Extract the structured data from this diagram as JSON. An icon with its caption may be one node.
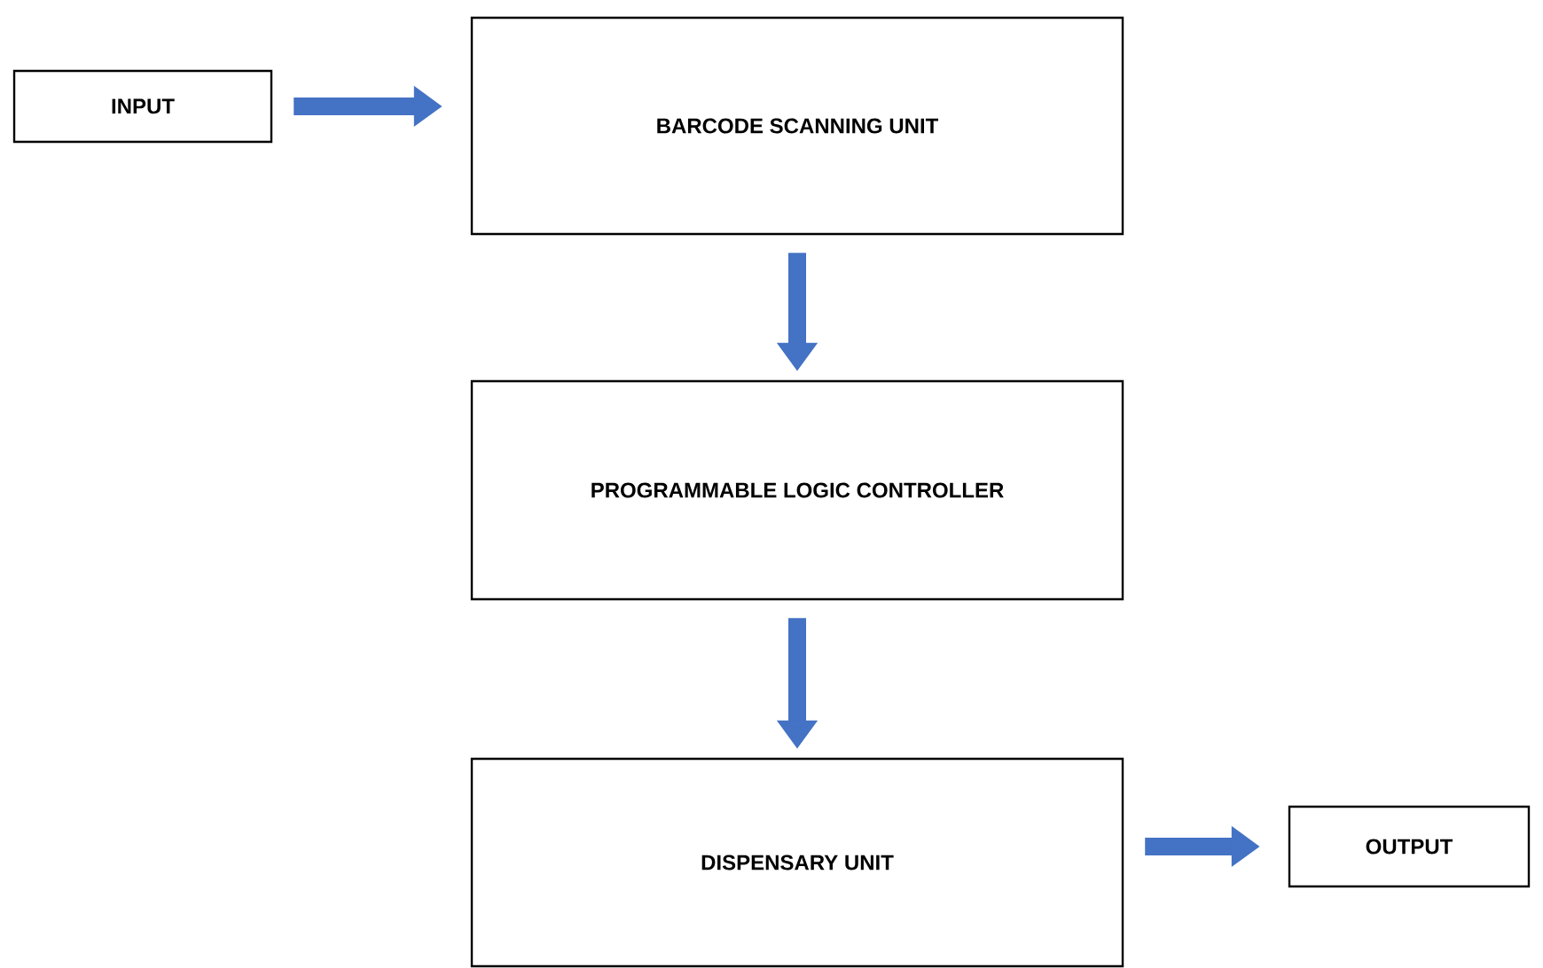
{
  "diagram": {
    "nodes": [
      {
        "text": [
          "INPUT"
        ]
      },
      {
        "text": [
          "BARCODE SCANNING UNIT"
        ]
      },
      {
        "text": [
          "PROGRAMMABLE LOGIC CONTROLLER"
        ]
      },
      {
        "text": [
          "DISPENSARY UNIT"
        ]
      },
      {
        "text": [
          "OUTPUT"
        ]
      }
    ],
    "edges": [
      {
        "from": 0,
        "to": 1,
        "arrow": "to"
      },
      {
        "from": 1,
        "to": 2,
        "arrow": "to"
      },
      {
        "from": 2,
        "to": 3,
        "arrow": "to"
      },
      {
        "from": 3,
        "to": 4,
        "arrow": "to"
      }
    ]
  }
}
